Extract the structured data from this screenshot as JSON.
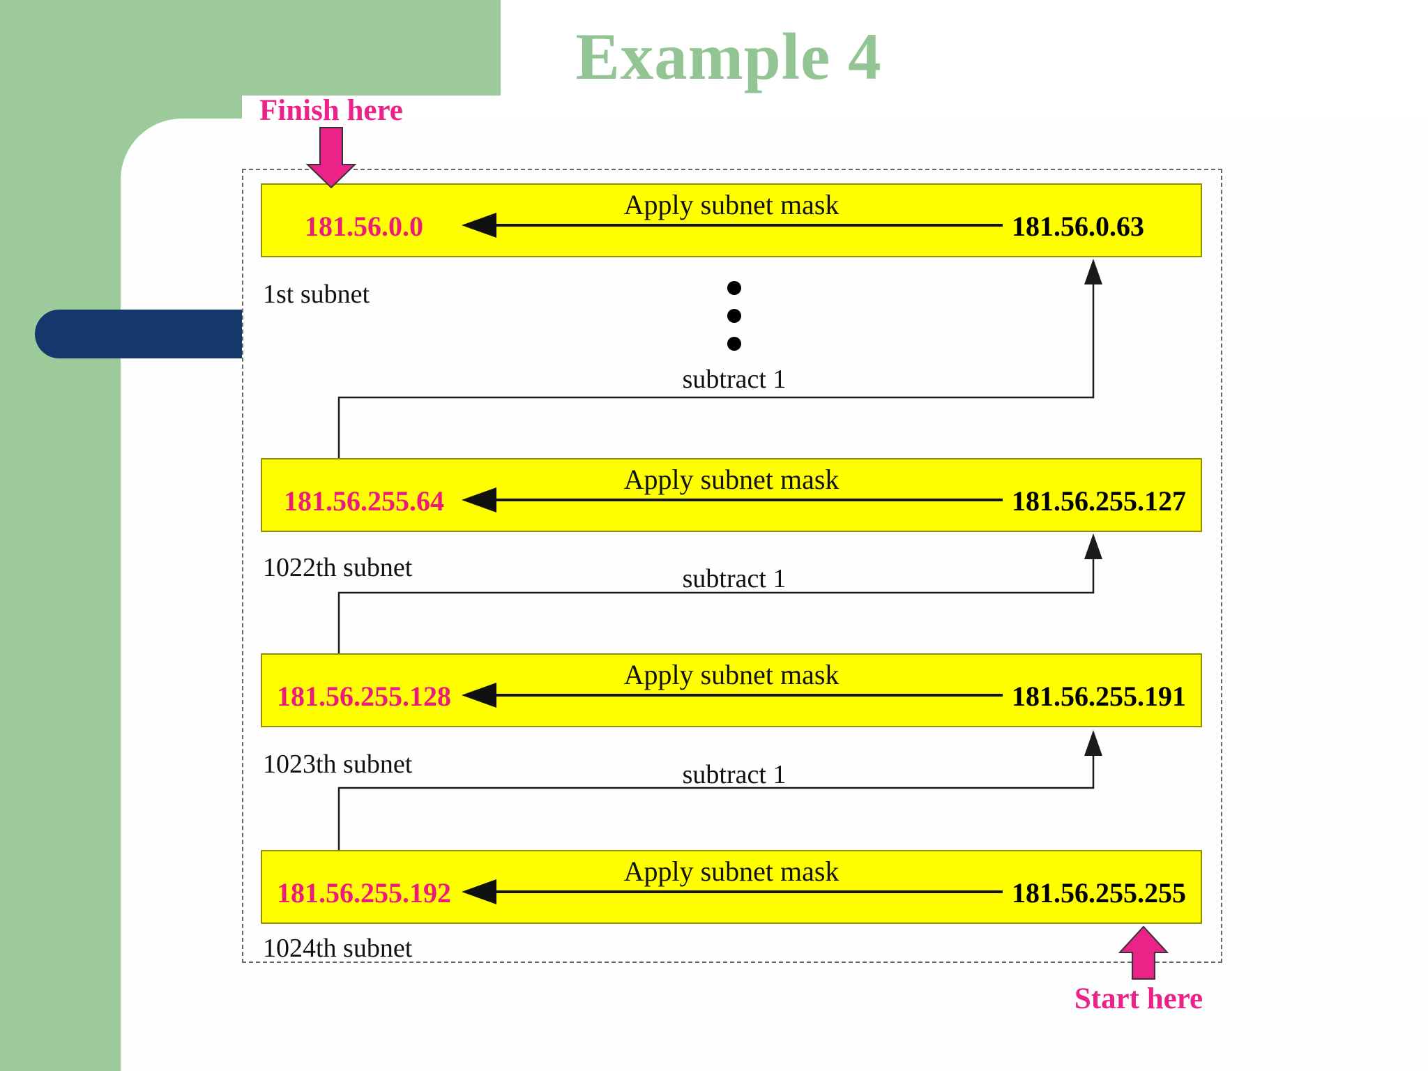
{
  "title": "Example 4",
  "finish_label": "Finish here",
  "start_label": "Start here",
  "subtract_label": "subtract 1",
  "rows": [
    {
      "result_ip": "181.56.0.0",
      "action": "Apply subnet mask",
      "source_ip": "181.56.0.63",
      "subnet_label": "1st subnet"
    },
    {
      "result_ip": "181.56.255.64",
      "action": "Apply subnet mask",
      "source_ip": "181.56.255.127",
      "subnet_label": "1022th subnet"
    },
    {
      "result_ip": "181.56.255.128",
      "action": "Apply subnet mask",
      "source_ip": "181.56.255.191",
      "subnet_label": "1023th subnet"
    },
    {
      "result_ip": "181.56.255.192",
      "action": "Apply subnet mask",
      "source_ip": "181.56.255.255",
      "subnet_label": "1024th subnet"
    }
  ],
  "colors": {
    "slide_green": "#9CCA9A",
    "title_green": "#93C493",
    "accent_pink": "#EB2287",
    "bar_yellow": "#FFFF00",
    "navy": "#14386B"
  }
}
